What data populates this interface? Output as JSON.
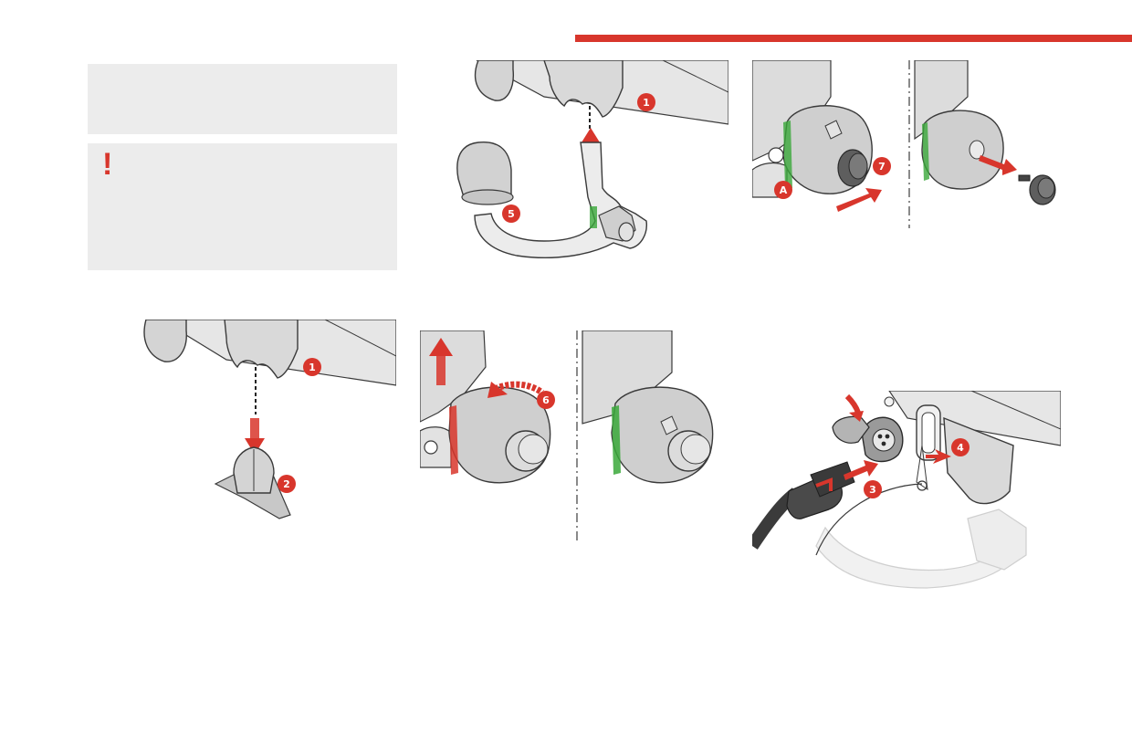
{
  "colors": {
    "accent_red": "#d8362c",
    "panel_grey": "#ececec",
    "part_grey": "#d4d4d4",
    "outline": "#3a3a3a",
    "indicator_green": "#3aa83a"
  },
  "warning": {
    "icon": "exclamation-icon",
    "symbol": "!"
  },
  "callouts": {
    "step1": "1",
    "step2": "2",
    "step3": "3",
    "step4": "4",
    "step5": "5",
    "step6": "6",
    "step7": "7",
    "label_a": "A"
  }
}
